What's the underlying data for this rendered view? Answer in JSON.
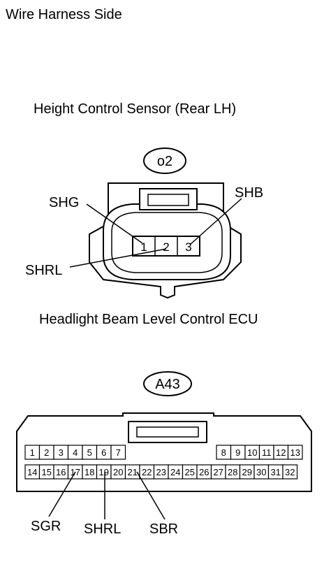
{
  "header": "Wire Harness Side",
  "sensor": {
    "title": "Height Control Sensor (Rear LH)",
    "connector_id": "o2",
    "pins": [
      "1",
      "2",
      "3"
    ],
    "labels": {
      "shg": "SHG",
      "shb": "SHB",
      "shrl": "SHRL"
    }
  },
  "ecu": {
    "title": "Headlight Beam Level Control ECU",
    "connector_id": "A43",
    "top_row_left": [
      "1",
      "2",
      "3",
      "4",
      "5",
      "6",
      "7"
    ],
    "top_row_right": [
      "8",
      "9",
      "10",
      "11",
      "12",
      "13"
    ],
    "bottom_row": [
      "14",
      "15",
      "16",
      "17",
      "18",
      "19",
      "20",
      "21",
      "22",
      "23",
      "24",
      "25",
      "26",
      "27",
      "28",
      "29",
      "30",
      "31",
      "32"
    ],
    "labels": {
      "sgr": "SGR",
      "shrl": "SHRL",
      "sbr": "SBR"
    }
  }
}
